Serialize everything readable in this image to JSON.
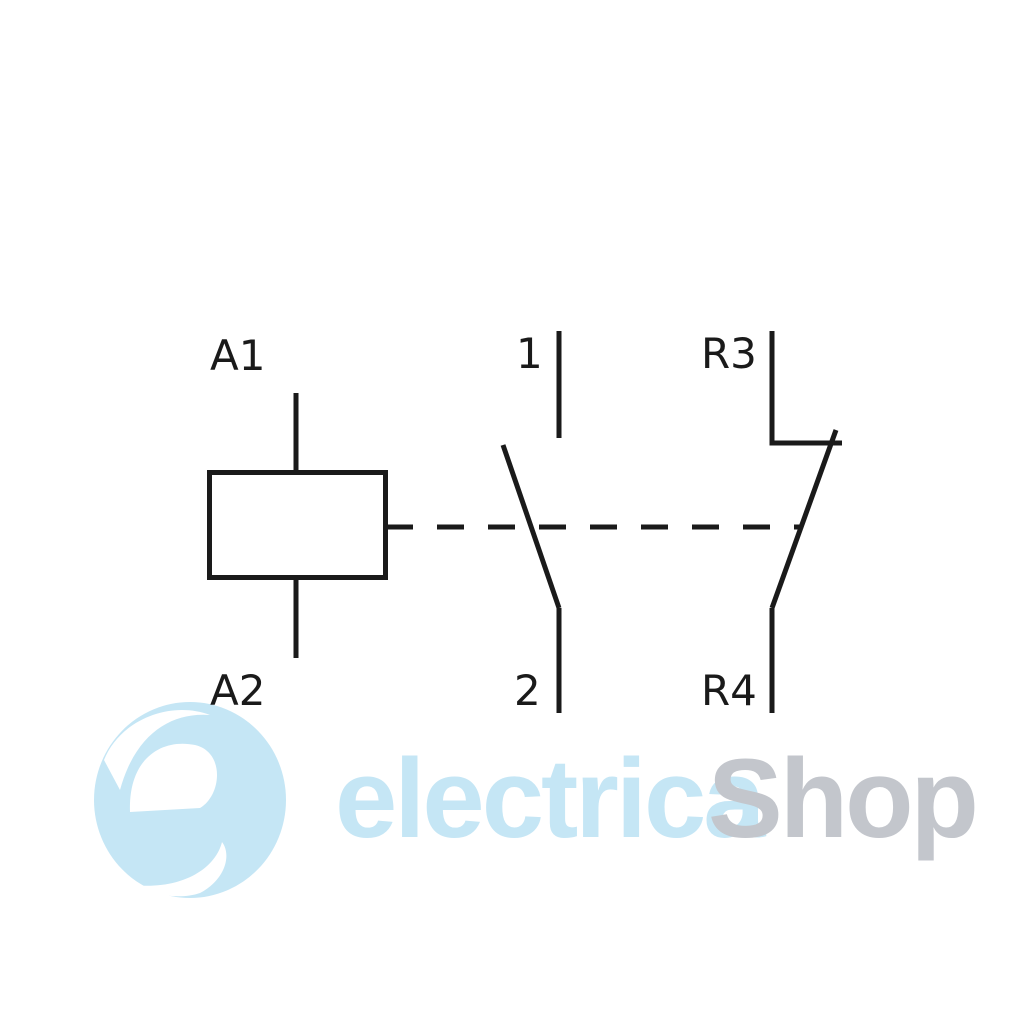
{
  "diagram": {
    "title": "Relay contact schematic",
    "labels": {
      "coil_top": "A1",
      "coil_bottom": "A2",
      "no_contact_top": "1",
      "no_contact_bottom": "2",
      "nc_contact_top": "R3",
      "nc_contact_bottom": "R4"
    },
    "line_color": "#1a1a1a"
  },
  "watermark": {
    "brand_part1": "electrica",
    "brand_part2": "Shop",
    "color_primary": "#c5e6f5",
    "color_secondary": "#c3c6cc"
  }
}
